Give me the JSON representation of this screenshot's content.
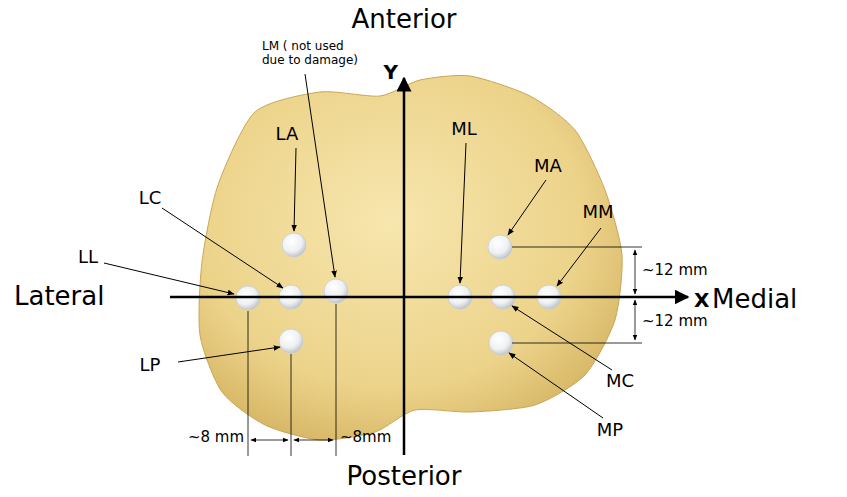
{
  "diagram": {
    "labels": [
      "Anterior",
      "Posterior",
      "Lateral",
      "Medial",
      "Y",
      "X",
      "LM ( not used due to damage)",
      "LA",
      "LC",
      "LL",
      "LP",
      "ML",
      "MA",
      "MM",
      "MC",
      "MP",
      "~12 mm",
      "~12 mm",
      "~8 mm",
      "~8mm"
    ]
  }
}
